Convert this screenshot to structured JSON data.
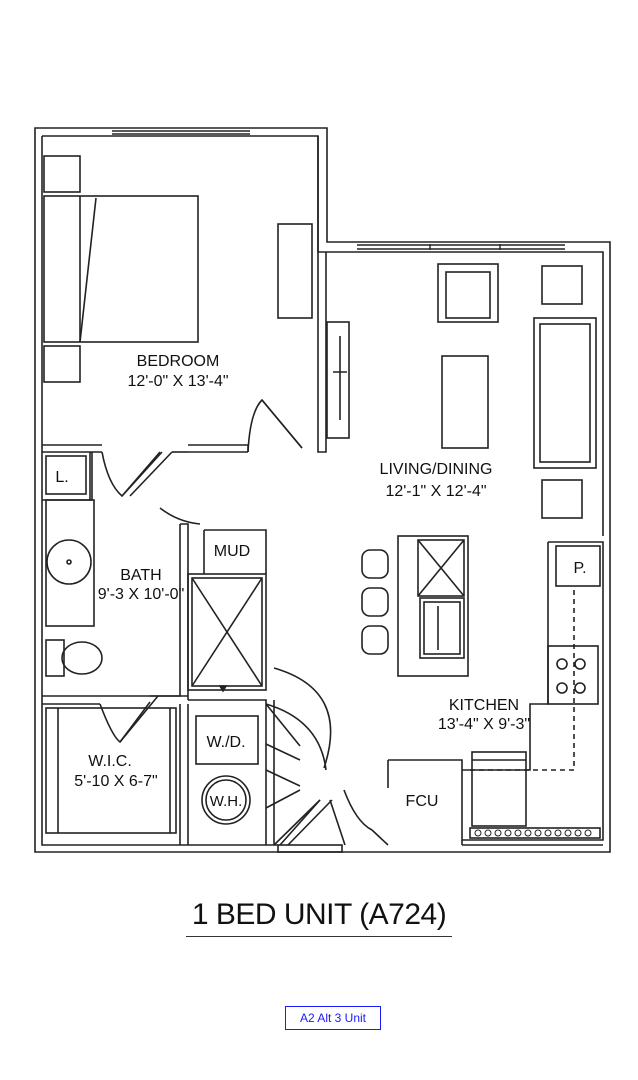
{
  "rooms": {
    "bedroom": {
      "name": "BEDROOM",
      "size": "12'-0\" X 13'-4\""
    },
    "living": {
      "name": "LIVING/DINING",
      "size": "12'-1\" X 12'-4\""
    },
    "bath": {
      "name": "BATH",
      "size": "9'-3 X 10'-0\""
    },
    "wic": {
      "name": "W.I.C.",
      "size": "5'-10 X 6-7\""
    },
    "kitchen": {
      "name": "KITCHEN",
      "size": "13'-4\" X 9'-3\""
    }
  },
  "fixtures": {
    "linen": "L.",
    "mud": "MUD",
    "pantry": "P.",
    "washer_dryer": "W./D.",
    "water_heater": "W.H.",
    "fcu": "FCU"
  },
  "title": "1 BED UNIT (A724)",
  "tag": "A2 Alt 3 Unit",
  "colors": {
    "line": "#222222",
    "tag": "#1a1aff"
  }
}
